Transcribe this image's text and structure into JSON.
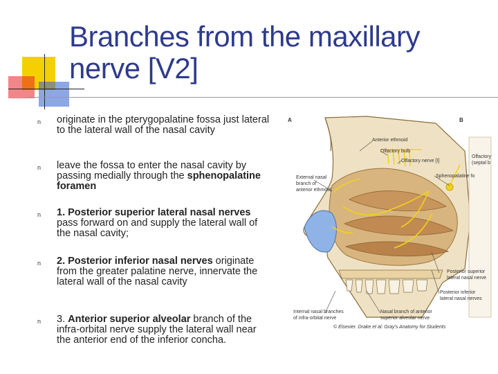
{
  "slide": {
    "title_line1": "Branches from the maxillary",
    "title_line2": "nerve [V2]"
  },
  "bullets": [
    {
      "marker": "n",
      "parts": [
        {
          "bold": false,
          "text": "originate in the pterygopalatine fossa just lateral to the lateral wall of the nasal cavity"
        }
      ]
    },
    {
      "marker": "n",
      "parts": [
        {
          "bold": false,
          "text": "leave the fossa to enter the nasal cavity by passing medially through the "
        },
        {
          "bold": true,
          "text": "sphenopalatine foramen"
        }
      ]
    },
    {
      "marker": "n",
      "parts": [
        {
          "bold": true,
          "text": "1. Posterior superior lateral nasal nerves"
        },
        {
          "bold": false,
          "text": " pass forward on and supply the lateral wall of the nasal cavity;"
        }
      ]
    },
    {
      "marker": "n",
      "parts": [
        {
          "bold": true,
          "text": "2. Posterior inferior nasal nerves"
        },
        {
          "bold": false,
          "text": " originate from the greater palatine nerve, innervate the lateral wall of the nasal cavity"
        }
      ]
    },
    {
      "marker": "n",
      "parts": [
        {
          "bold": false,
          "text": "3. "
        },
        {
          "bold": true,
          "text": "Anterior superior alveolar"
        },
        {
          "bold": false,
          "text": " branch of the infra-orbital nerve supply the lateral wall near the anterior end of the inferior concha."
        }
      ]
    }
  ],
  "figure": {
    "panel_a": "A",
    "panel_b": "B",
    "labels": {
      "anterior_ethmoid": "Anterior ethmoid",
      "olfactory_bulb": "Olfactory bulb",
      "olfactory_nerve": "Olfactory nerve [I]",
      "olfactory_cut": "Olfactory",
      "septal_cut": "(septal b",
      "sphenopalatine": "Sphenopalatine fo",
      "external_nasal_1": "External nasal",
      "external_nasal_2": "branch of",
      "external_nasal_3": "anterior ethmoid",
      "post_sup_1": "Posterior superior",
      "post_sup_2": "lateral nasal nerve",
      "post_inf_1": "Posterior inferior",
      "post_inf_2": "lateral nasal nerves",
      "internal_nasal_1": "Internal nasal branches",
      "internal_nasal_2": "of infra-orbital nerve",
      "nasal_branch_1": "Nasal branch of anterior",
      "nasal_branch_2": "superior alveolar nerve",
      "credit": "© Elsevier. Drake et al: Gray's Anatomy for Students"
    }
  },
  "colors": {
    "title": "#2e3b8c",
    "deco_yellow": "#f5d000",
    "deco_red": "#e8202a",
    "deco_blue": "#2f5fd0",
    "nerve_yellow": "#f2d21a",
    "tissue": "#e9d3a3",
    "mucosa": "#c89a6a",
    "cartilage_blue": "#8fb3e6"
  }
}
